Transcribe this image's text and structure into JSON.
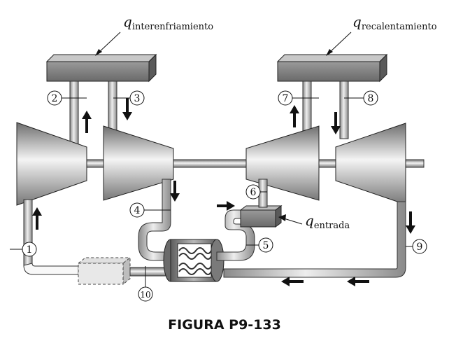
{
  "heat_labels": {
    "intercooling": {
      "symbol": "q",
      "subscript": "interenfriamiento"
    },
    "reheating": {
      "symbol": "q",
      "subscript": "recalentamiento"
    },
    "heat_in": {
      "symbol": "q",
      "subscript": "entrada"
    }
  },
  "states": [
    "1",
    "2",
    "3",
    "4",
    "5",
    "6",
    "7",
    "8",
    "9",
    "10"
  ],
  "caption": "FIGURA P9-133",
  "colors": {
    "metal_dark": "#6e6e6e",
    "metal_light": "#f2f2f2",
    "pipe": "#9a9a9a",
    "arrow": "#111111"
  }
}
